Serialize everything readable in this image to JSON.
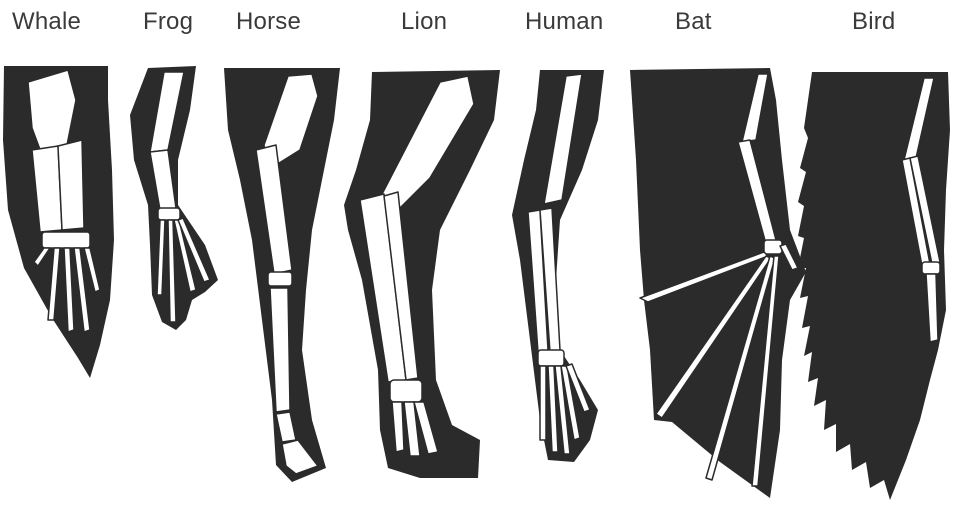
{
  "labels": {
    "whale": "Whale",
    "frog": "Frog",
    "horse": "Horse",
    "lion": "Lion",
    "human": "Human",
    "bat": "Bat",
    "bird": "Bird"
  },
  "colors": {
    "silhouette": "#2b2b2b",
    "bone": "#ffffff",
    "text": "#3a3a3a"
  }
}
